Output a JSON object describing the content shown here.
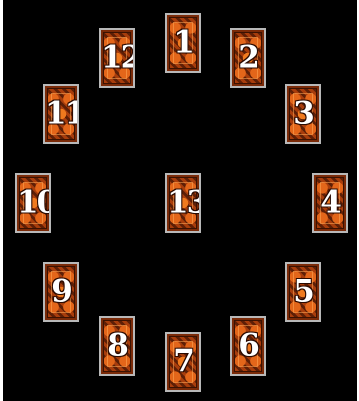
{
  "spread": {
    "cards": [
      {
        "number": "1"
      },
      {
        "number": "2"
      },
      {
        "number": "3"
      },
      {
        "number": "4"
      },
      {
        "number": "5"
      },
      {
        "number": "6"
      },
      {
        "number": "7"
      },
      {
        "number": "8"
      },
      {
        "number": "9"
      },
      {
        "number": "10"
      },
      {
        "number": "11"
      },
      {
        "number": "12"
      },
      {
        "number": "13"
      }
    ]
  },
  "colors": {
    "background": "#000000",
    "card_back": "#8d320a",
    "card_pattern": "#f07a1e",
    "card_border": "#b8b8b8",
    "number_text": "#ffffff"
  },
  "icon_names": [
    "card-back-pattern-icon"
  ]
}
